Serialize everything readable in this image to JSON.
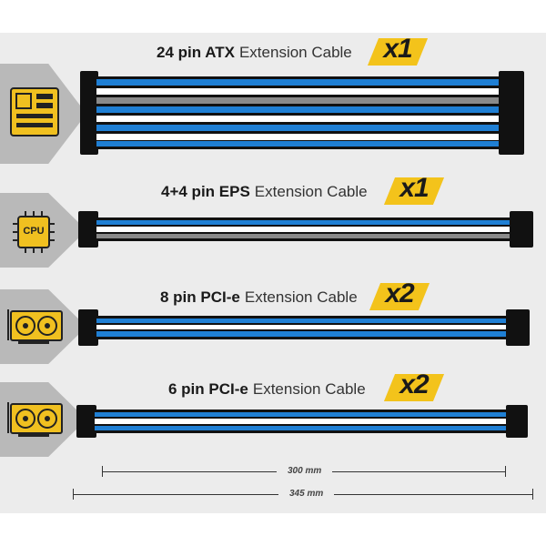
{
  "cables": [
    {
      "pin_label": "24 pin ATX",
      "label_rest": "Extension Cable",
      "quantity": "x1",
      "device_icon": "motherboard-icon"
    },
    {
      "pin_label": "4+4 pin EPS",
      "label_rest": "Extension Cable",
      "quantity": "x1",
      "device_icon": "cpu-icon",
      "icon_text": "CPU"
    },
    {
      "pin_label": "8 pin PCI-e",
      "label_rest": "Extension Cable",
      "quantity": "x2",
      "device_icon": "graphics-card-icon"
    },
    {
      "pin_label": "6 pin PCI-e",
      "label_rest": "Extension Cable",
      "quantity": "x2",
      "device_icon": "graphics-card-icon"
    }
  ],
  "dimensions": {
    "inner": "300 mm",
    "outer": "345 mm"
  },
  "colors": {
    "badge": "#f3c31b",
    "icon": "#f0c020",
    "sleeve_blue": "#1f7fd4",
    "sleeve_white": "#ffffff",
    "sleeve_gray": "#8a8a8a",
    "connector": "#111111"
  }
}
